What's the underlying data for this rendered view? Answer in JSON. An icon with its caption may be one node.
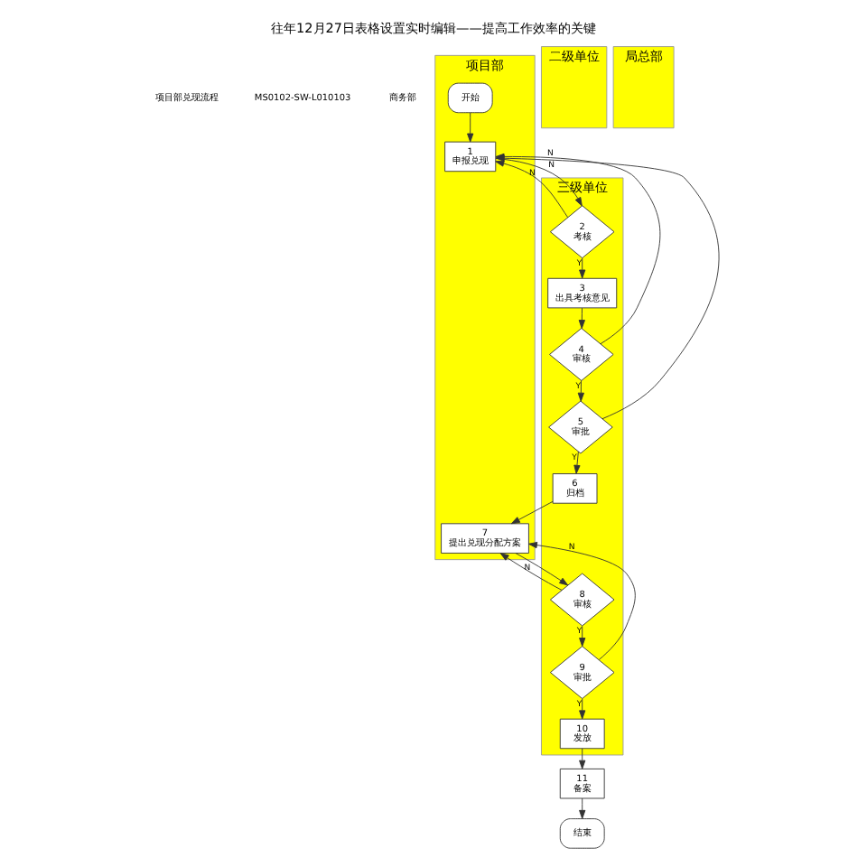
{
  "diagram": {
    "title": "往年12月27日表格设置实时编辑——提高工作效率的关键",
    "nodes": [
      {
        "text": [
          "项目部"
        ]
      },
      {
        "text": [
          "三级单位"
        ]
      },
      {
        "text": [
          "二级单位"
        ]
      },
      {
        "text": [
          "局总部"
        ]
      },
      {
        "text": [
          "开始"
        ],
        "in": 0
      },
      {
        "text": [
          "1",
          "申报兑现"
        ],
        "in": 0
      },
      {
        "text": [
          "2",
          "考核"
        ],
        "in": 1
      },
      {
        "text": [
          "3",
          "出具考核意见"
        ],
        "in": 1
      },
      {
        "text": [
          "4",
          "审核"
        ],
        "in": 1
      },
      {
        "text": [
          "5",
          "审批"
        ],
        "in": 1
      },
      {
        "text": [
          "6",
          "归档"
        ],
        "in": 1
      },
      {
        "text": [
          "7",
          "提出兑现分配方案"
        ],
        "in": 0
      },
      {
        "text": [
          "8",
          "审核"
        ],
        "in": 1
      },
      {
        "text": [
          "9",
          "审批"
        ],
        "in": 1
      },
      {
        "text": [
          "10",
          "发放"
        ],
        "in": 1
      },
      {
        "text": [
          "11",
          "备案"
        ]
      },
      {
        "text": [
          "结束"
        ]
      }
    ],
    "edges": [
      {
        "from": 4,
        "to": 5,
        "arrow": "to"
      },
      {
        "from": 5,
        "to": 6,
        "arrow": "to"
      },
      {
        "from": 6,
        "to": 7,
        "arrow": "to",
        "label": "Y"
      },
      {
        "from": 6,
        "to": 5,
        "arrow": "to",
        "label": "N"
      },
      {
        "from": 7,
        "to": 8,
        "arrow": "to"
      },
      {
        "from": 8,
        "to": 5,
        "arrow": "to",
        "label": "N"
      },
      {
        "from": 8,
        "to": 9,
        "arrow": "to",
        "label": "Y"
      },
      {
        "from": 9,
        "to": 5,
        "arrow": "to",
        "label": "N"
      },
      {
        "from": 9,
        "to": 10,
        "arrow": "to",
        "label": "Y"
      },
      {
        "from": 10,
        "to": 11,
        "arrow": "to"
      },
      {
        "from": 11,
        "to": 12,
        "arrow": "to"
      },
      {
        "from": 12,
        "to": 11,
        "arrow": "to",
        "label": "N"
      },
      {
        "from": 12,
        "to": 13,
        "arrow": "to",
        "label": "Y"
      },
      {
        "from": 13,
        "to": 11,
        "arrow": "to",
        "label": "N"
      },
      {
        "from": 13,
        "to": 14,
        "arrow": "to",
        "label": "Y"
      },
      {
        "from": 14,
        "to": 15,
        "arrow": "to"
      },
      {
        "from": 15,
        "to": 16,
        "arrow": "to"
      }
    ],
    "labels": [
      "项目部兑现流程",
      "MS0102-SW-L010103",
      "商务部"
    ]
  }
}
